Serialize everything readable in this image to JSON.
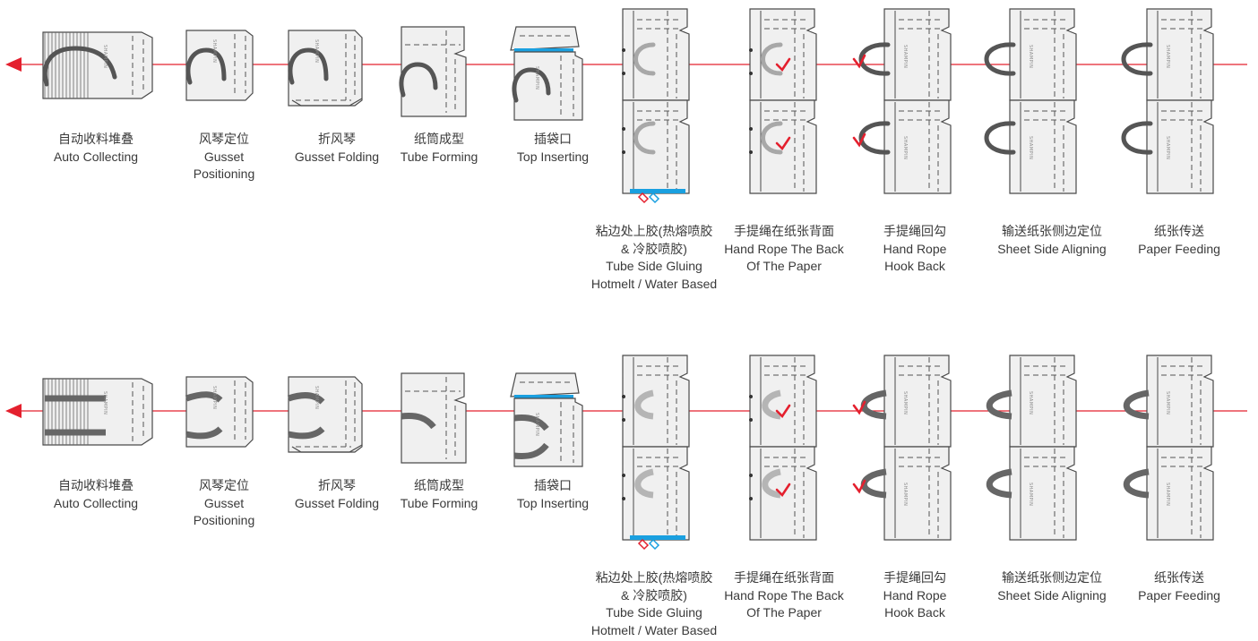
{
  "colors": {
    "flow_line": "#e4202e",
    "glue": "#1aa0e0",
    "paper": "#f0f0f0",
    "outline": "#4a4a4a",
    "label_text": "#3a3a3a"
  },
  "bag_logo_text": "SHAMPIN",
  "rows": [
    {
      "rope_style": "round rope",
      "steps": [
        {
          "cn": "自动收料堆叠",
          "en": [
            "Auto Collecting"
          ]
        },
        {
          "cn": "风琴定位",
          "en": [
            "Gusset",
            "Positioning"
          ]
        },
        {
          "cn": "折风琴",
          "en": [
            "Gusset Folding"
          ]
        },
        {
          "cn": "纸筒成型",
          "en": [
            "Tube Forming"
          ]
        },
        {
          "cn": "插袋口",
          "en": [
            "Top Inserting"
          ]
        },
        {
          "cn": "粘边处上胶(热熔喷胶",
          "cn2": "& 冷胶喷胶)",
          "en": [
            "Tube Side Gluing",
            "Hotmelt / Water Based"
          ]
        },
        {
          "cn": "手提绳在纸张背面",
          "en": [
            "Hand Rope The Back",
            "Of The Paper"
          ]
        },
        {
          "cn": "手提绳回勾",
          "en": [
            "Hand Rope",
            "Hook Back"
          ]
        },
        {
          "cn": "输送纸张侧边定位",
          "en": [
            "Sheet Side Aligning"
          ]
        },
        {
          "cn": "纸张传送",
          "en": [
            "Paper Feeding"
          ]
        }
      ]
    },
    {
      "rope_style": "flat rope",
      "steps": [
        {
          "cn": "自动收料堆叠",
          "en": [
            "Auto Collecting"
          ]
        },
        {
          "cn": "风琴定位",
          "en": [
            "Gusset",
            "Positioning"
          ]
        },
        {
          "cn": "折风琴",
          "en": [
            "Gusset Folding"
          ]
        },
        {
          "cn": "纸筒成型",
          "en": [
            "Tube Forming"
          ]
        },
        {
          "cn": "插袋口",
          "en": [
            "Top Inserting"
          ]
        },
        {
          "cn": "粘边处上胶(热熔喷胶",
          "cn2": "& 冷胶喷胶)",
          "en": [
            "Tube Side Gluing",
            "Hotmelt / Water Based"
          ]
        },
        {
          "cn": "手提绳在纸张背面",
          "en": [
            "Hand Rope The Back",
            "Of The Paper"
          ]
        },
        {
          "cn": "手提绳回勾",
          "en": [
            "Hand Rope",
            "Hook Back"
          ]
        },
        {
          "cn": "输送纸张侧边定位",
          "en": [
            "Sheet Side Aligning"
          ]
        },
        {
          "cn": "纸张传送",
          "en": [
            "Paper Feeding"
          ]
        }
      ]
    }
  ]
}
